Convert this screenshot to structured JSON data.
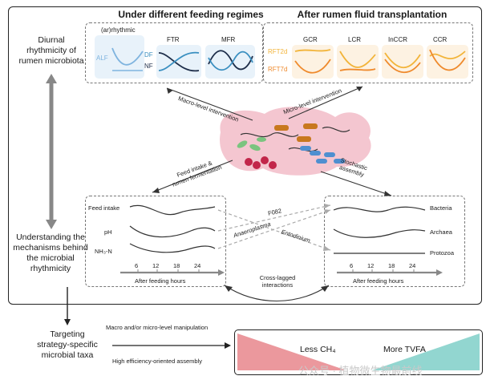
{
  "left_labels": {
    "diurnal": [
      "Diurnal",
      "rhythmicity of",
      "rumen microbiota"
    ],
    "understanding": [
      "Understanding the",
      "mechanisms behind",
      "the microbial",
      "rhythmicity"
    ],
    "targeting": [
      "Targeting",
      "strategy-specific",
      "microbial taxa"
    ]
  },
  "top_left": {
    "title": "Under different feeding regimes",
    "panels": [
      "(ar)rhythmic",
      "FTR",
      "MFR"
    ],
    "alf": "ALF",
    "df": "DF",
    "nf": "NF"
  },
  "top_right": {
    "title": "After rumen fluid transplantation",
    "panels": [
      "GCR",
      "LCR",
      "InCCR",
      "CCR"
    ],
    "rft2d": "RFT2d",
    "rft7d": "RFT7d"
  },
  "arrows": {
    "macro": "Macro-level intervention",
    "micro": "Micro-level intervention",
    "feed": [
      "Feed intake &",
      "rumen fermentation"
    ],
    "stochastic": [
      "Stochastic",
      "assembly"
    ],
    "crosslag": [
      "Cross-lagged",
      "interactions"
    ],
    "f082": "F082",
    "entodinium": "Entodinium",
    "anaeroplasma": "Anaeroplasma"
  },
  "left_box": {
    "rows": [
      "Feed intake",
      "pH",
      "NH₃-N"
    ],
    "ticks": [
      "6",
      "12",
      "18",
      "24"
    ],
    "axis": "After feeding hours"
  },
  "right_box": {
    "rows": [
      "Bacteria",
      "Archaea",
      "Protozoa"
    ],
    "ticks": [
      "6",
      "12",
      "18",
      "24"
    ],
    "axis": "After feeding hours"
  },
  "bottom": {
    "macro_micro": "Macro and/or micro-level manipulation",
    "high_eff": "High efficiency-oriented assembly",
    "less": "Less CH₄",
    "more": "More TVFA",
    "watermark": "公众号 · 植物微生物最前线"
  },
  "colors": {
    "alf": "#7fb4df",
    "df": "#3a8fc0",
    "nf": "#1e2e4a",
    "rft2d": "#f2b43a",
    "rft7d": "#ef8a2c",
    "rumen": "#f4c6d0",
    "less": "#e8868c",
    "more": "#7fcfc8"
  }
}
